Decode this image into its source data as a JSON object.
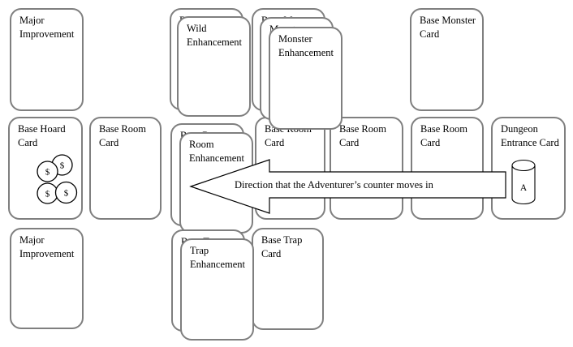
{
  "cards": {
    "major_improvement_top": "Major Improvement",
    "wild_stack_bottom": "Base Wild Card",
    "wild_enhancement": "Wild Enhancement",
    "monster_stack_bottom": "Base Monster Card",
    "monster_stack_middle": "Monster Enhancement",
    "monster_enhancement": "Monster Enhancement",
    "base_monster": "Base Monster Card",
    "base_hoard": "Base Hoard Card",
    "base_room_1": "Base Room Card",
    "room_stack_bottom": "Base Room Card",
    "room_enhancement": "Room Enhancement",
    "base_room_2": "Base Room Card",
    "base_room_3": "Base Room Card",
    "base_room_4": "Base Room Card",
    "dungeon_entrance": "Dungeon Entrance Card",
    "major_improvement_bottom": "Major Improvement",
    "trap_stack_bottom": "Base Trap Card",
    "trap_enhancement": "Trap Enhancement",
    "base_trap": "Base Trap Card"
  },
  "arrow": {
    "label": "Direction that the Adventurer’s counter moves in"
  },
  "tokens": {
    "coin_symbol": "$",
    "coin_count": 4,
    "adventurer_counter_label": "A"
  },
  "colors": {
    "card_border": "#7f7f7f",
    "card_fill": "#ffffff",
    "outline": "#000000",
    "text": "#000000"
  }
}
